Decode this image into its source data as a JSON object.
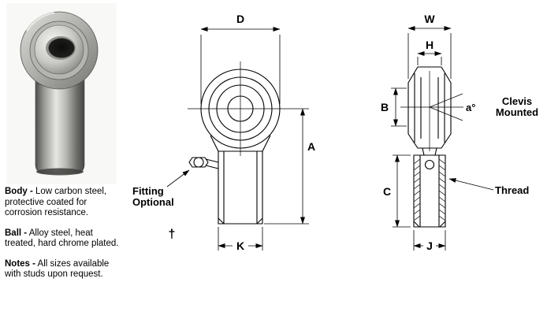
{
  "notes": {
    "body_label": "Body -",
    "body_text": "Low carbon steel, protective coated for corrosion resistance.",
    "ball_label": "Ball -",
    "ball_text": "Alloy steel, heat treated, hard chrome plated.",
    "notes_label": "Notes -",
    "notes_text": "All sizes available with studs upon request."
  },
  "front_view": {
    "dim_top": "D",
    "dim_height": "A",
    "dim_bottom": "K",
    "fitting_line1": "Fitting",
    "fitting_line2": "Optional",
    "footnote_symbol": "†"
  },
  "side_view": {
    "dim_top_outer": "W",
    "dim_top_inner": "H",
    "dim_ball": "B",
    "dim_shank": "C",
    "dim_bottom": "J",
    "angle": "a°",
    "clevis_line1": "Clevis",
    "clevis_line2": "Mounted",
    "thread_label": "Thread"
  }
}
